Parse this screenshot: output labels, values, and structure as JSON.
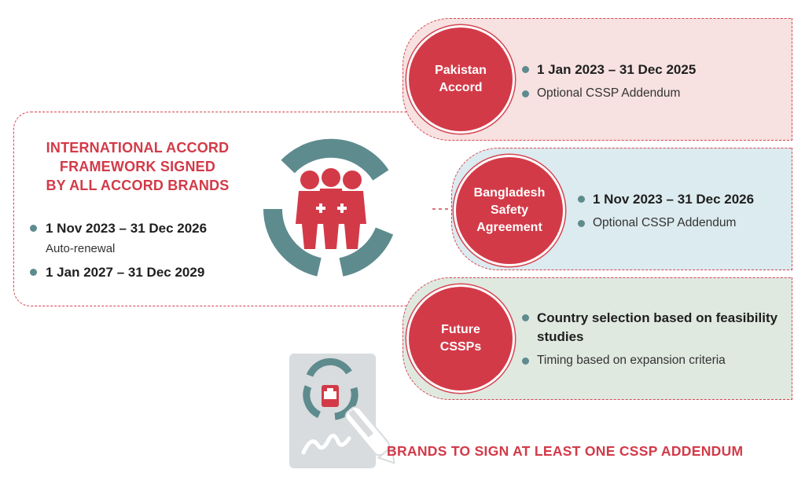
{
  "framework": {
    "title_lines": [
      "INTERNATIONAL ACCORD",
      "FRAMEWORK SIGNED",
      "BY ALL ACCORD BRANDS"
    ],
    "items": [
      {
        "text": "1 Nov 2023 – 31 Dec 2026",
        "sub": "Auto-renewal"
      },
      {
        "text": "1 Jan 2027 – 31 Dec 2029",
        "sub": ""
      }
    ]
  },
  "programs": [
    {
      "name": "Pakistan\nAccord",
      "bullets": [
        {
          "text": "1 Jan 2023 – 31 Dec 2025",
          "bold": true
        },
        {
          "text": "Optional CSSP Addendum",
          "bold": false
        }
      ]
    },
    {
      "name": "Bangladesh\nSafety\nAgreement",
      "bullets": [
        {
          "text": "1 Nov 2023 – 31 Dec 2026",
          "bold": true
        },
        {
          "text": "Optional CSSP Addendum",
          "bold": false
        }
      ]
    },
    {
      "name": "Future\nCSSPs",
      "bullets": [
        {
          "text": "Country selection based on feasibility studies",
          "bold": true
        },
        {
          "text": "Timing based on expansion criteria",
          "bold": false
        }
      ]
    }
  ],
  "footer": {
    "title": "BRANDS TO SIGN AT LEAST ONE CSSP ADDENDUM"
  },
  "colors": {
    "accent_red": "#d33a48",
    "teal": "#5e8b8e",
    "pink_bg": "#f7e1e1",
    "blue_bg": "#dcebef",
    "green_bg": "#dfe9e0"
  },
  "icons": [
    "workers-ring-icon",
    "signing-document-icon"
  ]
}
